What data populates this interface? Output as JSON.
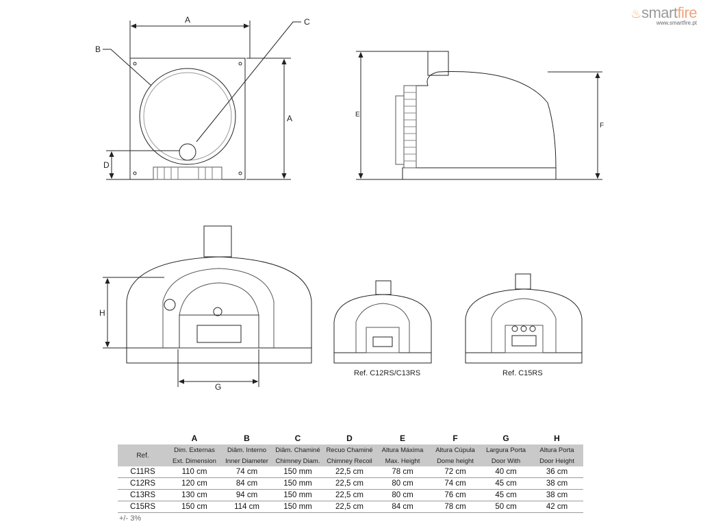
{
  "logo": {
    "brand_a": "smart",
    "brand_b": "fire",
    "url": "www.smartfire.pt"
  },
  "dimension_labels": {
    "a_top": "A",
    "a_right": "A",
    "b": "B",
    "c": "C",
    "d": "D",
    "e": "E",
    "f": "F",
    "h": "H",
    "g": "G"
  },
  "captions": {
    "small_1": "Ref. C12RS/C13RS",
    "small_2": "Ref. C15RS"
  },
  "table": {
    "letters": [
      "A",
      "B",
      "C",
      "D",
      "E",
      "F",
      "G",
      "H"
    ],
    "ref_header": "Ref.",
    "headers_pt": [
      "Dim. Externas",
      "Diâm. Interno",
      "Diâm. Chaminé",
      "Recuo Chaminé",
      "Altura Máxima",
      "Altura Cúpula",
      "Largura Porta",
      "Altura Porta"
    ],
    "headers_en": [
      "Ext. Dimension",
      "Inner Diameter",
      "Chimney Diam.",
      "Chimney Recoil",
      "Max. Height",
      "Dome height",
      "Door With",
      "Door Height"
    ],
    "rows": [
      [
        "C11RS",
        "110 cm",
        "74 cm",
        "150 mm",
        "22,5 cm",
        "78 cm",
        "72 cm",
        "40 cm",
        "36 cm"
      ],
      [
        "C12RS",
        "120 cm",
        "84 cm",
        "150 mm",
        "22,5 cm",
        "80 cm",
        "74 cm",
        "45 cm",
        "38 cm"
      ],
      [
        "C13RS",
        "130 cm",
        "94 cm",
        "150 mm",
        "22,5 cm",
        "80 cm",
        "76 cm",
        "45 cm",
        "38 cm"
      ],
      [
        "C15RS",
        "150 cm",
        "114 cm",
        "150 mm",
        "22,5 cm",
        "84 cm",
        "78 cm",
        "50 cm",
        "42 cm"
      ]
    ],
    "tolerance": "+/- 3%"
  }
}
